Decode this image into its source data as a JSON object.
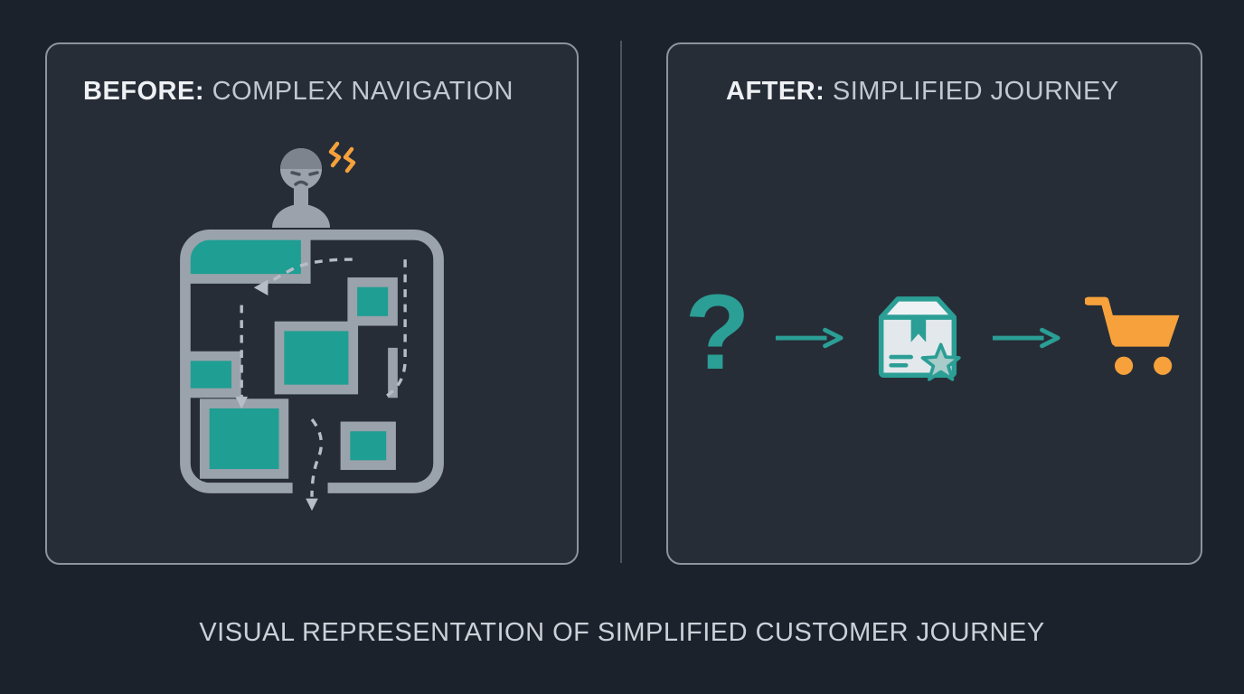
{
  "caption": "VISUAL REPRESENTATION OF SIMPLIFIED CUSTOMER JOURNEY",
  "left_panel": {
    "label": "BEFORE:",
    "title": "COMPLEX NAVIGATION",
    "icons": [
      "confused-user-icon",
      "maze-icon"
    ]
  },
  "right_panel": {
    "label": "AFTER:",
    "title": "SIMPLIFIED JOURNEY",
    "question_glyph": "?",
    "flow": [
      "question-mark-icon",
      "arrow-right-icon",
      "package-star-icon",
      "arrow-right-icon",
      "shopping-cart-icon"
    ]
  },
  "colors": {
    "background": "#1c222b",
    "panel_background": "#262d37",
    "panel_border": "#8d949e",
    "teal": "#2b9e95",
    "orange": "#f6a13b",
    "gray_icon": "#9ba2ab",
    "text_strong": "#eef0f3",
    "text_muted": "#c2c8d0",
    "caption_text": "#ccd1d8"
  }
}
